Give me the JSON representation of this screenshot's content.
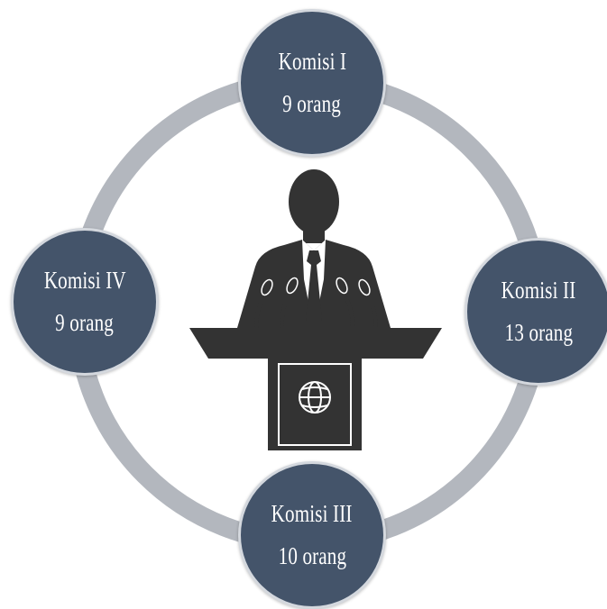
{
  "diagram": {
    "colors": {
      "node_fill": "#44546a",
      "node_border": "#d4d8de",
      "ring": "#b3b7be",
      "speaker": "#333333",
      "text": "#ffffff"
    },
    "center_icon": "speaker-at-podium-icon",
    "nodes": [
      {
        "id": "komisi-1",
        "title": "Komisi I",
        "count": "9 orang"
      },
      {
        "id": "komisi-2",
        "title": "Komisi II",
        "count": "13 orang"
      },
      {
        "id": "komisi-3",
        "title": "Komisi III",
        "count": "10 orang"
      },
      {
        "id": "komisi-4",
        "title": "Komisi IV",
        "count": "9 orang"
      }
    ]
  }
}
